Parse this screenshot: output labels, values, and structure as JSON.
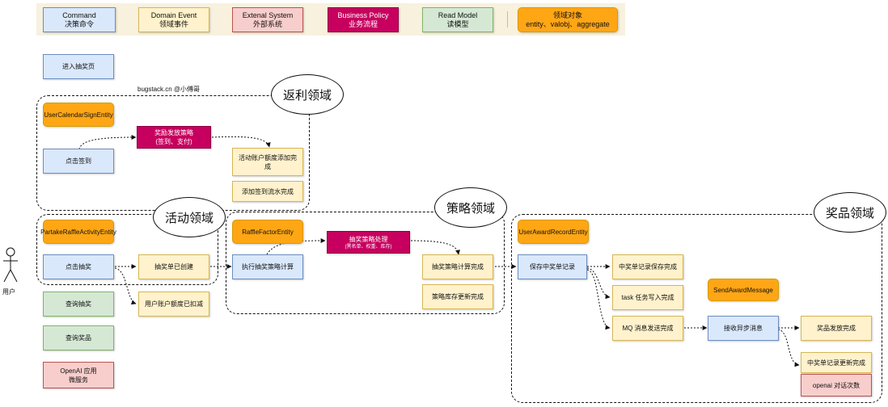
{
  "legend": {
    "command": {
      "line1": "Command",
      "line2": "决策命令"
    },
    "event": {
      "line1": "Domain Event",
      "line2": "领域事件"
    },
    "external": {
      "line1": "Extenal System",
      "line2": "外部系统"
    },
    "policy": {
      "line1": "Business Policy",
      "line2": "业务流程"
    },
    "readmodel": {
      "line1": "Read Model",
      "line2": "读模型"
    },
    "aggregate": {
      "line1": "领域对象",
      "line2": "entity、valobj、aggregate"
    }
  },
  "watermark": "bugstack.cn @小傅哥",
  "domains": {
    "rebate": "返利领域",
    "activity": "活动领域",
    "strategy": "策略领域",
    "award": "奖品领域"
  },
  "user": {
    "label": "用户"
  },
  "left_column": {
    "enter_page": "进入抽奖页",
    "query_raffle": "查询抽奖",
    "query_award": "查询奖品",
    "openai": {
      "line1": "OpenAI 应用",
      "line2": "微服务"
    }
  },
  "rebate_domain": {
    "entity": "UserCalendarSignEntity",
    "command_sign": "点击签到",
    "policy": {
      "line1": "奖励发放策略",
      "line2": "(签到、支付)"
    },
    "event_quota_added": {
      "line1": "活动账户额度添加完",
      "line2": "成"
    },
    "event_sign_flow": "添加签到流水完成"
  },
  "activity_domain": {
    "entity": "PartakeRaffleActivityEntity",
    "command_raffle": "点击抽奖",
    "event_order_created": "抽奖单已创建",
    "event_quota_deducted": "用户账户额度已扣减"
  },
  "strategy_domain": {
    "entity": "RaffleFactorEntity",
    "command_execute": "执行抽奖策略计算",
    "policy": {
      "line1": "抽奖策略处理",
      "line2": "(黑名单、权重、库存)"
    },
    "event_calc_done": "抽奖策略计算完成",
    "event_stock_updated": "策略库存更新完成"
  },
  "award_domain": {
    "entity": "UserAwardRecordEntity",
    "command_save": "保存中奖单记录",
    "event_record_saved": "中奖单记录保存完成",
    "event_task_written": "task 任务写入完成",
    "event_mq_sent": "MQ 消息发送完成",
    "entity_message": "SendAwardMessage",
    "command_receive": "接收异步消息",
    "event_award_done": "奖品发放完成",
    "event_record_updated": "中奖单记录更新完成",
    "external_openai": "openai 对话次数"
  },
  "colors": {
    "command": "#dae8fc",
    "event": "#fff2cc",
    "external": "#f8cecc",
    "policy": "#c7005f",
    "readmodel": "#d5e8d4",
    "aggregate": "#ffa615"
  }
}
